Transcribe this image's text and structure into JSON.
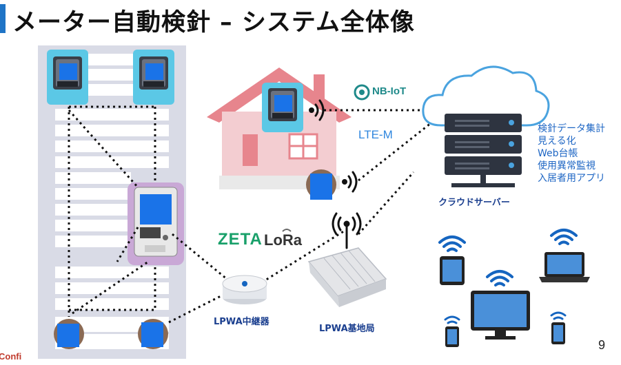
{
  "title": "メーター自動検針 – システム全体像",
  "protocols": {
    "nbiot": "NB-IoT",
    "ltem": "LTE-M",
    "zeta": "ZETA",
    "lora": "LoRa"
  },
  "devices": {
    "repeater": "LPWA中継器",
    "base_station": "LPWA基地局",
    "cloud_server": "クラウドサーバー"
  },
  "features": [
    "検針データ集計",
    "見える化",
    "Web台帳",
    "使用異常監視",
    "入居者用アプリ"
  ],
  "page_number": "9",
  "footer_text": "Confi",
  "colors": {
    "accent": "#1f74c6",
    "meter_blue": "#1a73e8",
    "meter_frame": "#5bc8e6",
    "gateway_frame": "#c9a8d6",
    "building": "#d9dbe6",
    "house": "#e3707a",
    "server": "#2e3440",
    "cloud_edge": "#4aa3df",
    "wifi": "#1565c0"
  }
}
